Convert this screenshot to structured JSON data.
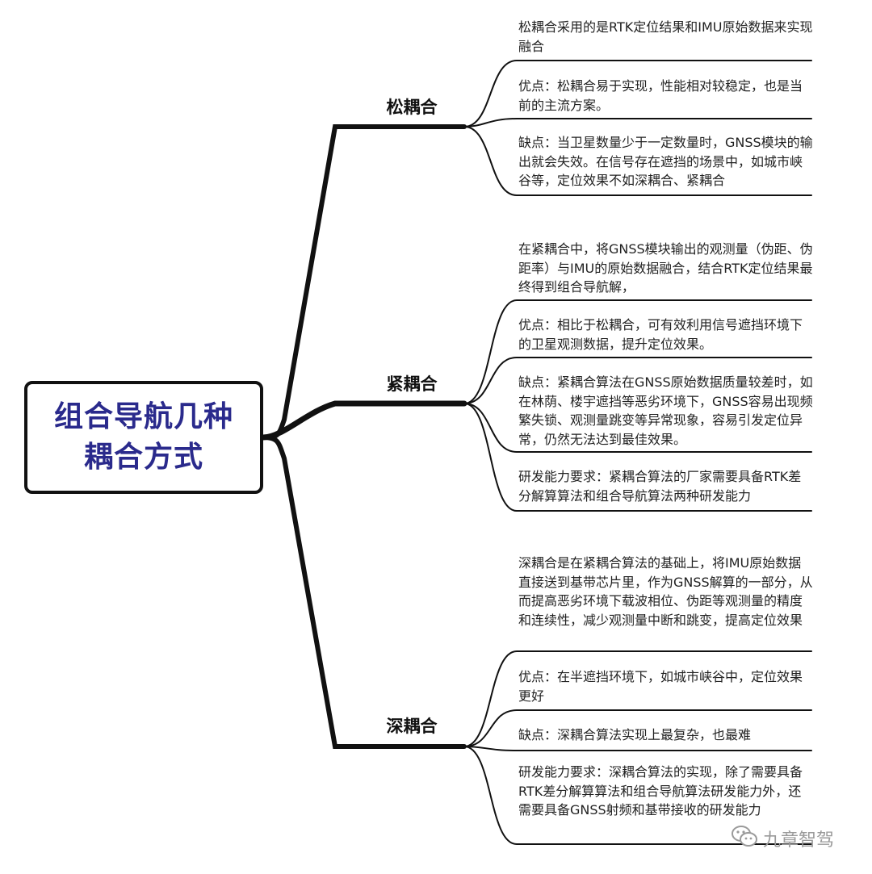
{
  "root": {
    "label": "组合导航几种耦合方式"
  },
  "branches": [
    {
      "label": "松耦合",
      "leaves": [
        "松耦合采用的是RTK定位结果和IMU原始数据来实现融合",
        "优点：松耦合易于实现，性能相对较稳定，也是当前的主流方案。",
        "缺点：当卫星数量少于一定数量时，GNSS模块的输出就会失效。在信号存在遮挡的场景中，如城市峡谷等，定位效果不如深耦合、紧耦合"
      ]
    },
    {
      "label": "紧耦合",
      "leaves": [
        "在紧耦合中，将GNSS模块输出的观测量（伪距、伪距率）与IMU的原始数据融合，结合RTK定位结果最终得到组合导航解，",
        "优点：相比于松耦合，可有效利用信号遮挡环境下的卫星观测数据，提升定位效果。",
        "缺点：紧耦合算法在GNSS原始数据质量较差时，如在林荫、楼宇遮挡等恶劣环境下，GNSS容易出现频繁失锁、观测量跳变等异常现象，容易引发定位异常，仍然无法达到最佳效果。",
        "研发能力要求：紧耦合算法的厂家需要具备RTK差分解算算法和组合导航算法两种研发能力"
      ]
    },
    {
      "label": "深耦合",
      "leaves": [
        "深耦合是在紧耦合算法的基础上，将IMU原始数据直接送到基带芯片里，作为GNSS解算的一部分，从而提高恶劣环境下载波相位、伪距等观测量的精度和连续性，减少观测量中断和跳变，提高定位效果",
        "优点：在半遮挡环境下，如城市峡谷中，定位效果更好",
        "缺点：深耦合算法实现上最复杂，也最难",
        "研发能力要求：深耦合算法的实现，除了需要具备RTK差分解算算法和组合导航算法研发能力外，还需要具备GNSS射频和基带接收的研发能力"
      ]
    }
  ],
  "watermark": {
    "text": "九章智驾",
    "icon": "wechat-icon"
  }
}
